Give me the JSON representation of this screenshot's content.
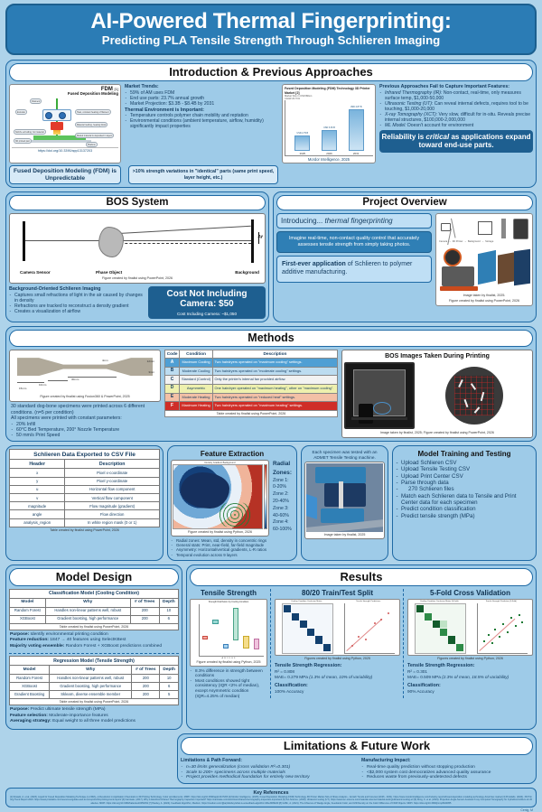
{
  "header": {
    "title": "AI-Powered Thermal Fingerprinting:",
    "subtitle": "Predicting PLA Tensile Strength Through Schlieren Imaging"
  },
  "intro": {
    "section_title": "Introduction & Previous Approaches",
    "fdm_figure": {
      "label": "FDM",
      "ref": "[1]",
      "caption": "Fused Deposition Modeling",
      "url": "https://doi.org/10.3390/app13137203",
      "part_labels": [
        "Filament",
        "Extruder",
        "Heat, constant heating of filament",
        "Material melting, heating block",
        "Nozzle extruding, hot material",
        "Melted material is deposited in layers",
        "3D printed part",
        "Platform"
      ]
    },
    "market_trends_head": "Market Trends:",
    "market_trends": [
      "59% of AM uses FDM",
      "End use parts: 23.7% annual growth",
      "Market Projection: $3.3B - $8.4B by 2031"
    ],
    "thermal_head": "Thermal Environment is Important:",
    "thermal_points": [
      "Temperature controls polymer chain mobility and reptation",
      "Environmental conditions (ambient temperature, airflow, humidity) significantly impact properties"
    ],
    "fdm_band": "Fused Deposition Modeling (FDM) is Unpredictable",
    "variation_band": ">10% strength variations in \"identical\" parts (same print speed, layer height, etc.)",
    "prev_head": "Previous Approaches Fail to Capture Important Features:",
    "prev_items": [
      {
        "name": "Infrared Thermography (IR):",
        "text": " Non-contact, real-time, only measures surface temp, $1,000-50,000"
      },
      {
        "name": "Ultrasonic Testing (UT):",
        "text": " Can reveal internal defects, requires tool to be touching, $1,000-20,000"
      },
      {
        "name": "X-ray Tomography (XCT):",
        "text": " Very slow, difficult for in-situ. Reveals precise internal structures, $100,000-2,000,000"
      },
      {
        "name": "ML Model:",
        "text": " Doesn't account for environment"
      }
    ],
    "reliability_box_1": "Reliability is ",
    "reliability_box_em": "critical",
    "reliability_box_2": " as applications expand toward end-use parts."
  },
  "chart_data": {
    "type": "bar",
    "title": "Fused Deposition Modeling (FDM) Technology 3D Printer Market",
    "ref": "[2]",
    "subtitle": "Market Size in USD Billion",
    "cagr": "CAGR 23.71%",
    "categories": [
      "2025",
      "2026",
      "2031"
    ],
    "values": [
      2.79,
      3.36,
      4.87
    ],
    "value_labels": [
      "USD 2.79 B",
      "USD 3.36 B",
      "USD 4.87 B"
    ],
    "ylabel": "",
    "xlabel": "",
    "source": "Mordor Intelligence, 2025"
  },
  "bos": {
    "section_title": "BOS System",
    "diagram_labels": {
      "camera": "Camera Sensor",
      "phase": "Phase Object",
      "background": "Background",
      "delta": "Δy"
    },
    "figure_caption": "Figure created by finalist using PowerPoint, 2026",
    "subhead": "Background-Oriented Schlieren Imaging",
    "points": [
      "Captures small refractions of light in the air caused by changes in density",
      "Refractions are tracked to reconstruct a density gradient",
      "Creates a visualization of airflow"
    ],
    "cost_title": "Cost Not Including Camera: $50",
    "cost_sub": "Cost Including Camera: ~$1,050"
  },
  "overview": {
    "section_title": "Project Overview",
    "intro_band_plain": "Introducing... ",
    "intro_band_em": "thermal fingerprinting",
    "dark_text": "Imagine real-time, non-contact quality control that accurately assesses tensile strength from simply taking photos.",
    "light_bold": "First-ever application",
    "light_rest": " of Schlieren to polymer additive manufacturing.",
    "diagram_flow": [
      "Camera",
      "3D Printer",
      "Background",
      "Storage"
    ],
    "caption1": "Image taken by finalist, 2025.",
    "caption2": "Figure created by finalist using PowerPoint, 2026"
  },
  "methods": {
    "section_title": "Methods",
    "dogbone_dims": [
      "4mm",
      "12mm",
      "3mm",
      "30mm",
      "10mm",
      "15mm"
    ],
    "dogbone_caption": "Figure created by finalist using Fusion360 & PowerPoint, 2025",
    "specimen_text_1": "30 standard dog-bone specimens were printed across 6 different conditions. (n=5 per condition)",
    "specimen_text_2": "All specimens were printed with constant parameters:",
    "specimen_params": [
      "20% Infill",
      "60°C Bed Temperature, 200° Nozzle Temperature",
      "50 mm/s Print Speed"
    ],
    "table_headers": [
      "Code",
      "Condition",
      "Description"
    ],
    "table_rows": [
      {
        "code": "A",
        "condition": "Maximum Cooling",
        "description": "Two hairdryers operated on \"maximum cooling\" settings.",
        "color": "#4f9fd4"
      },
      {
        "code": "B",
        "condition": "Moderate Cooling",
        "description": "Two hairdryers operated on \"moderate cooling\" settings.",
        "color": "#bcdcf0"
      },
      {
        "code": "C",
        "condition": "Standard (Control)",
        "description": "Only the printer's internal fan provided airflow.",
        "color": "#f2f2f2"
      },
      {
        "code": "D",
        "condition": "Asymmetric",
        "description": "One hairdryer operated on \"maximum heating\", other on \"maximum cooling\".",
        "color": "#eef0ae"
      },
      {
        "code": "E",
        "condition": "Moderate Heating",
        "description": "Two hairdryers operated on \"reduced heat\" settings.",
        "color": "#f3c0a6"
      },
      {
        "code": "F",
        "condition": "Maximum Heating",
        "description": "Two hairdryers operated on \"maximum heating\" settings.",
        "color": "#cf2e28"
      }
    ],
    "table_caption": "Table created by finalist using PowerPoint, 2026",
    "bos_images_title": "BOS Images Taken During Printing",
    "bos_images_caption": "Image taken by finalist, 2025; Figure created by finalist using PowerPoint, 2026"
  },
  "csv": {
    "title": "Schlieren Data Exported to CSV File",
    "headers": [
      "Header",
      "Description"
    ],
    "rows": [
      [
        "x",
        "Pixel x-coordinate"
      ],
      [
        "y",
        "Pixel y-coordinate"
      ],
      [
        "u",
        "Horizontal flow component"
      ],
      [
        "v",
        "Vertical flow component"
      ],
      [
        "magnitude",
        "Flow magnitude (gradient)"
      ],
      [
        "angle",
        "Flow direction"
      ],
      [
        "analysis_region",
        "In white region mask (0 or 1)"
      ]
    ],
    "caption": "Table created by finalist using PowerPoint, 2026"
  },
  "features": {
    "title": "Feature Extraction",
    "heatmap_title": "Density Gradient Background",
    "figure_caption": "Figure created by finalist using Python, 2026",
    "radial_title": "Radial Zones:",
    "radial_zones": [
      "Zone 1: 0-20%",
      "Zone 2: 20-40%",
      "Zone 3: 40-60%",
      "Zone 4: 60-100%"
    ],
    "notes": [
      "Radial zones: Mean, std, density in concentric rings",
      "General stats: Print, near-field, far-field magnitude",
      "Asymmetry: Horizontal/vertical gradients, L-R ratios",
      "Temporal evolution across 9 layers"
    ]
  },
  "specimen": {
    "caption_top": "Each specimen was tested with an ADMET Tensile Testing machine.",
    "caption_bottom": "Image taken by finalist, 2025"
  },
  "model_training": {
    "title": "Model Training and Testing",
    "items": [
      {
        "text": "Upload Schlieren CSV",
        "sub": false
      },
      {
        "text": "Upload Tensile Testing CSV",
        "sub": false
      },
      {
        "text": "Upload Print Center CSV",
        "sub": false
      },
      {
        "text": "Parse through data",
        "sub": false
      },
      {
        "text": "270 Schlieren files",
        "sub": true
      },
      {
        "text": "Match each Schlieren data to Tensile and Print Center data for each specimen",
        "sub": false
      },
      {
        "text": "Predict condition classification",
        "sub": false
      },
      {
        "text": "Predict tensile strength (MPa)",
        "sub": false
      }
    ]
  },
  "model_design": {
    "section_title": "Model Design",
    "classification": {
      "caption": "Classification Model (Cooling Condition)",
      "headers": [
        "Model",
        "Why",
        "# of Trees",
        "Depth"
      ],
      "rows": [
        [
          "Random Forest",
          "Handles non-linear patterns well, robust",
          "200",
          "10"
        ],
        [
          "XGBoost",
          "Gradient boosting, high performance",
          "200",
          "6"
        ]
      ],
      "table_caption": "Table created by finalist using PowerPoint, 2026",
      "notes": [
        {
          "b": "Purpose:",
          "t": " Identify environmental printing condition"
        },
        {
          "b": "Feature reduction:",
          "t": " 1847 → 40 features using SelectKBest"
        },
        {
          "b": "Majority voting ensemble:",
          "t": " Random Forest + XGBoost predictions combined"
        }
      ]
    },
    "regression": {
      "caption": "Regression Model (Tensile Strength)",
      "headers": [
        "Model",
        "Why",
        "# of Trees",
        "Depth"
      ],
      "rows": [
        [
          "Random Forest",
          "Handles non-linear patterns well, robust",
          "200",
          "10"
        ],
        [
          "XGBoost",
          "Gradient boosting, high performance",
          "200",
          "6"
        ],
        [
          "Gradient Boosting",
          "Sklearn, diverse ensemble member",
          "200",
          "5"
        ]
      ],
      "table_caption": "Table created by finalist using PowerPoint, 2026",
      "notes": [
        {
          "b": "Purpose:",
          "t": " Predict ultimate tensile strength (MPa)"
        },
        {
          "b": "Feature selection:",
          "t": " Moderate-importance features"
        },
        {
          "b": "Averaging strategy:",
          "t": " Equal weight to all three model predictions"
        }
      ]
    }
  },
  "results": {
    "section_title": "Results",
    "col1": {
      "title": "Tensile Strength",
      "plot_title": "Strength Distribution by Cooling Condition",
      "figure_caption": "Figure created by finalist using Python, 2025",
      "notes": [
        "8.3% difference in strength between conditions",
        "Most conditions showed tight consistency (IQR <2% of median), except Asymmetric condition (IQR=4.25% of median)"
      ]
    },
    "col2": {
      "title": "80/20 Train/Test Split",
      "plot1_title": "Cooling Condition Confusion Matrix",
      "plot2_title": "Tensile Strength Predictions",
      "figure_caption": "Figures created by finalist using Python, 2025",
      "reg_head": "Tensile Strength Regression:",
      "r2": "R² = 0.808",
      "mae": "MAE= 0.279 MPa",
      "mae_note": "(1.3% of mean, 10% of variability)",
      "class_head": "Classification:",
      "class_val": "100% Accuracy"
    },
    "col3": {
      "title": "5-Fold Cross Validation",
      "plot1_title": "Cooling Condition Confusion Matrix (5-Fold)",
      "plot2_title": "Tensile Strength Prediction (5-Fold)",
      "figure_caption": "Figures created by finalist using Python, 2026",
      "reg_head": "Tensile Strength Regression:",
      "r2": "R² = 0.301",
      "mae": "MAE= 0.509 MPa",
      "mae_note": "(2.3% of mean, 18.5% of variability)",
      "class_head": "Classification:",
      "class_val": "90% Accuracy"
    }
  },
  "limitations": {
    "section_title": "Limitations & Future Work",
    "left_head": "Limitations & Path Forward:",
    "left_items": [
      "n=30 limits generalization (cross validation R²=0.301)",
      "Scale to 200+ specimens across multiple materials",
      "Project provides methodical foundation for entirely new territory"
    ],
    "right_head": "Manufacturing Impact:",
    "right_items": [
      "Real-time quality prediction without stopping production",
      "<$2,000 system cost democratizes advanced quality assurance",
      "Reduces waste from previously-undetected defects"
    ]
  },
  "references": {
    "title": "Key References",
    "text": "[1] Rosado, A. et al. (2023). Liquid for Fused Deposition Modeling Technique (L-FDM)—A Revolution in Application Chemicals to 3D Printing Technology: Color and Elements. MDPI. https://doi.org/10.3390/app13137203 [2] Mordor Intelligence. (2025). Fused Deposition Modeling (FDM) Technology 3D Printer Market Size & Share Analysis - Growth Trends and Forecast (2026 - 2031). https://www.mordorintelligence.com/industry-reports/fused-deposition-modeling-technology-3d-printer-market [3] Protolabs. (2024). 3D Printing Trend Report 2024. https://www.protolabs.com/resources/guides-and-trend-reports/3d-printing-trend-report/ [4] Camisate. (2017). Why is Electrical Infrared Thermography Inspection Important? https://camisate.com/electrical-infrared-thermography-inspection-important/ [5] Tec-Science. (2018). Ultrasonic testing (UT). https://www.tec-science.com/material-science/material-testing/ultrasonic-testing-ut/ [6] Dong, K. et al. (2024). Projection-Angle-Sensor-Assisted X-ray Computed Tomography for Cylindrical Lithium-Ion Batteries. MDPI. https://doi.org/10.3390/batteries10050152 [7] Pandey, A. (2024). Feedback Algorithm, Medium. https://medium.com/@arpitdubey/what-is-a-feedback-algorithm-9fbe30862d0 [8] Griffin, A. (2021). The Influence of Wedge Angle, Feedstock Color, and Infill Density on the Color Difference of FDM Objects. MDPI. https://doi.org/10.3390/jmmp5020055",
    "signature": "Cenig, M"
  }
}
